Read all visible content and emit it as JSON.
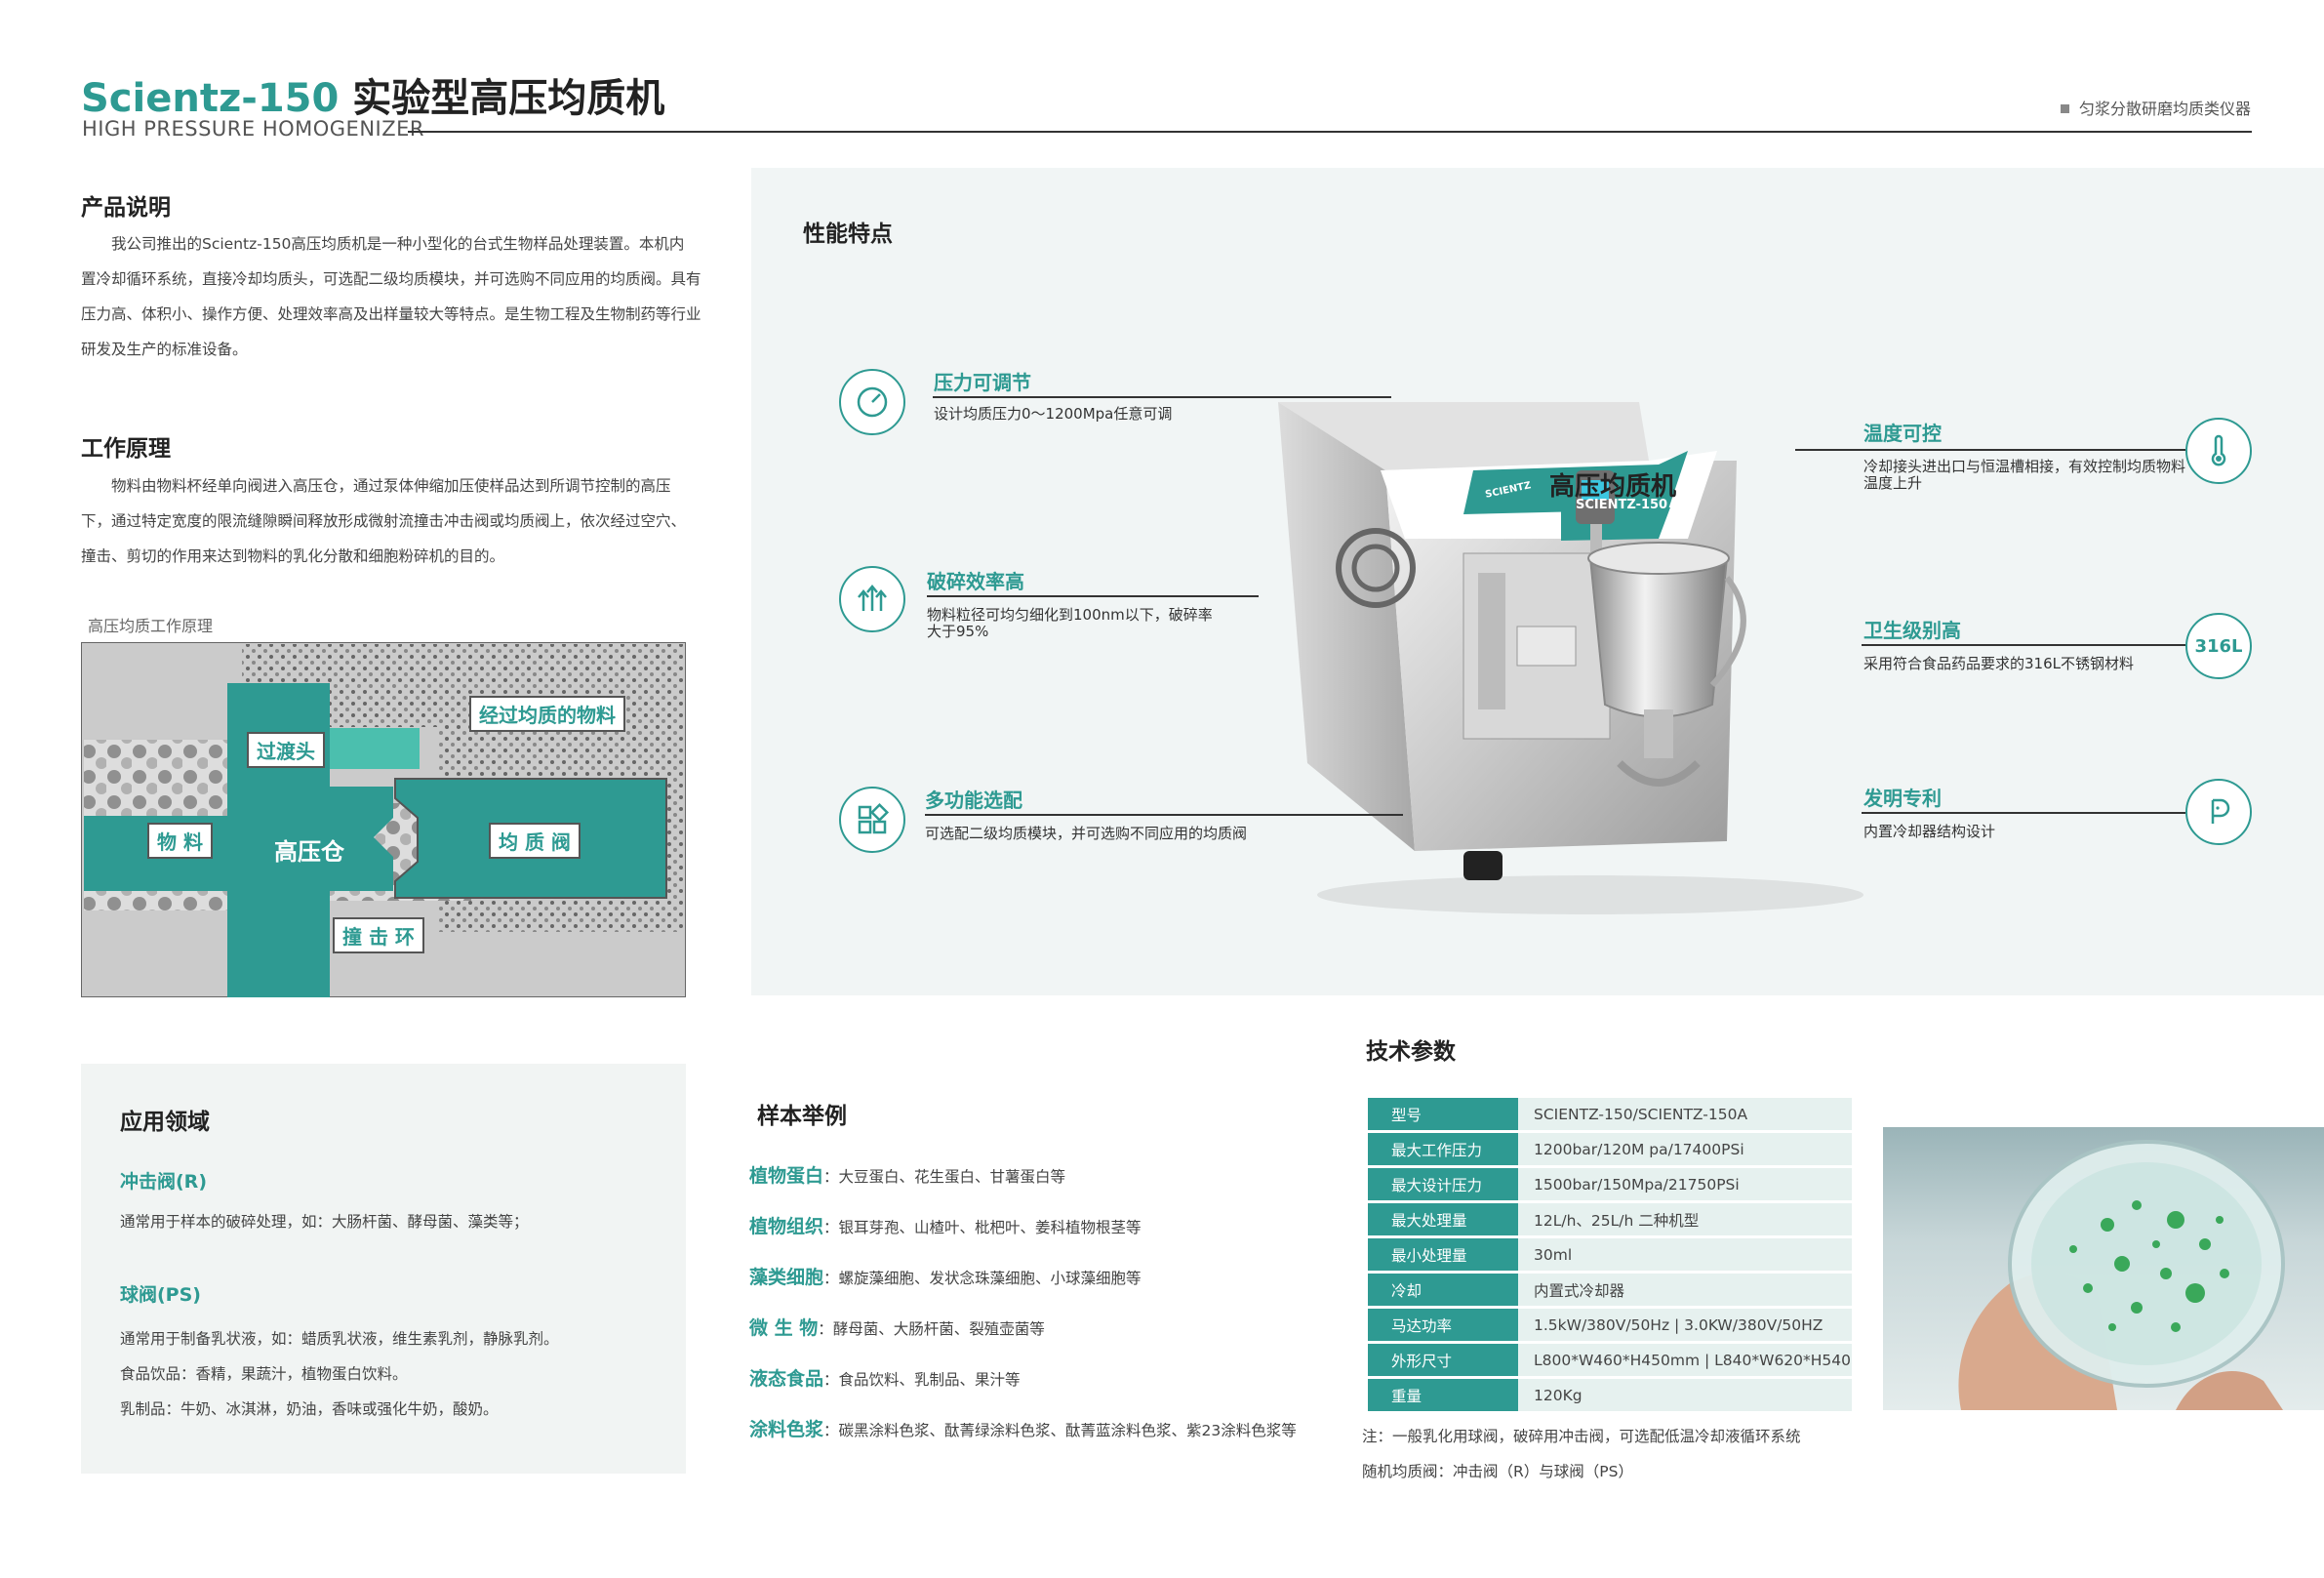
{
  "header": {
    "model": "Scientz-150",
    "title_cn": "实验型高压均质机",
    "subtitle": "HIGH PRESSURE HOMOGENIZER",
    "tagline": "匀浆分散研磨均质类仪器"
  },
  "product": {
    "heading": "产品说明",
    "lines": [
      "我公司推出的Scientz-150高压均质机是一种小型化的台式生物样品处理装置。本机内",
      "置冷却循环系统，直接冷却均质头，可选配二级均质模块，并可选购不同应用的均质阀。具有",
      "压力高、体积小、操作方便、处理效率高及出样量较大等特点。是生物工程及生物制药等行业",
      "研发及生产的标准设备。"
    ]
  },
  "principle": {
    "heading": "工作原理",
    "lines": [
      "物料由物料杯经单向阀进入高压仓，通过泵体伸缩加压使样品达到所调节控制的高压",
      "下，通过特定宽度的限流缝隙瞬间释放形成微射流撞击冲击阀或均质阀上，依次经过空穴、",
      "撞击、剪切的作用来达到物料的乳化分散和细胞粉碎机的目的。"
    ],
    "diagram_caption": "高压均质工作原理",
    "diagram_labels": {
      "adapter": "过渡头",
      "after": "经过均质的物料",
      "material": "物 料",
      "chamber": "高压仓",
      "valve": "均 质 阀",
      "ring": "撞 击 环"
    }
  },
  "features": {
    "heading": "性能特点",
    "items": [
      {
        "title": "压力可调节",
        "desc": "设计均质压力0～1200Mpa任意可调",
        "icon": "gauge-icon"
      },
      {
        "title": "破碎效率高",
        "desc": "物料粒径可均匀细化到100nm以下，破碎率大于95%",
        "icon": "arrows-up-icon"
      },
      {
        "title": "多功能选配",
        "desc": "可选配二级均质模块，并可选购不同应用的均质阀",
        "icon": "modules-icon"
      },
      {
        "title": "温度可控",
        "desc": "冷却接头进出口与恒温槽相接，有效控制均质物料温度上升",
        "icon": "thermometer-icon"
      },
      {
        "title": "卫生级别高",
        "desc": "采用符合食品药品要求的316L不锈钢材料",
        "icon_text": "316L"
      },
      {
        "title": "发明专利",
        "desc": "内置冷却器结构设计",
        "icon": "patent-icon"
      }
    ],
    "machine_label": "高压均质机",
    "machine_model": "SCIENTZ-150",
    "machine_brand": "SCIENTZ"
  },
  "application": {
    "heading": "应用领域",
    "groups": [
      {
        "title": "冲击阀(R)",
        "lines": [
          "通常用于样本的破碎处理，如：大肠杆菌、酵母菌、藻类等；"
        ]
      },
      {
        "title": "球阀(PS)",
        "lines": [
          "通常用于制备乳状液，如：蜡质乳状液，维生素乳剂，静脉乳剂。",
          "食品饮品：香精，果蔬汁，植物蛋白饮料。",
          "乳制品：牛奶、冰淇淋，奶油，香味或强化牛奶，酸奶。"
        ]
      }
    ]
  },
  "samples": {
    "heading": "样本举例",
    "items": [
      {
        "k": "植物蛋白",
        "v": "：大豆蛋白、花生蛋白、甘薯蛋白等"
      },
      {
        "k": "植物组织",
        "v": "：银耳芽孢、山楂叶、枇杷叶、姜科植物根茎等"
      },
      {
        "k": "藻类细胞",
        "v": "：螺旋藻细胞、发状念珠藻细胞、小球藻细胞等"
      },
      {
        "k": "微 生 物",
        "v": "：酵母菌、大肠杆菌、裂殖壶菌等"
      },
      {
        "k": "液态食品",
        "v": "：食品饮料、乳制品、果汁等"
      },
      {
        "k": "涂料色浆",
        "v": "：碳黑涂料色浆、酞菁绿涂料色浆、酞菁蓝涂料色浆、紫23涂料色浆等"
      }
    ]
  },
  "specs": {
    "heading": "技术参数",
    "rows": [
      {
        "k": "型号",
        "v": "SCIENTZ-150/SCIENTZ-150A"
      },
      {
        "k": "最大工作压力",
        "v": "1200bar/120M pa/17400PSi"
      },
      {
        "k": "最大设计压力",
        "v": "1500bar/150Mpa/21750PSi"
      },
      {
        "k": "最大处理量",
        "v": "12L/h、25L/h 二种机型"
      },
      {
        "k": "最小处理量",
        "v": "30ml"
      },
      {
        "k": "冷却",
        "v": "内置式冷却器"
      },
      {
        "k": "马达功率",
        "v": "1.5kW/380V/50Hz | 3.0KW/380V/50HZ"
      },
      {
        "k": "外形尺寸",
        "v": "L800*W460*H450mm | L840*W620*H540"
      },
      {
        "k": "重量",
        "v": "120Kg"
      }
    ],
    "notes": [
      "注：一般乳化用球阀，破碎用冲击阀，可选配低温冷却液循环系统",
      "随机均质阀：冲击阀（R）与球阀（PS）"
    ]
  },
  "colors": {
    "accent": "#2e9a92",
    "panel": "#f1f5f5",
    "table_value_bg": "#e6f1ef"
  }
}
